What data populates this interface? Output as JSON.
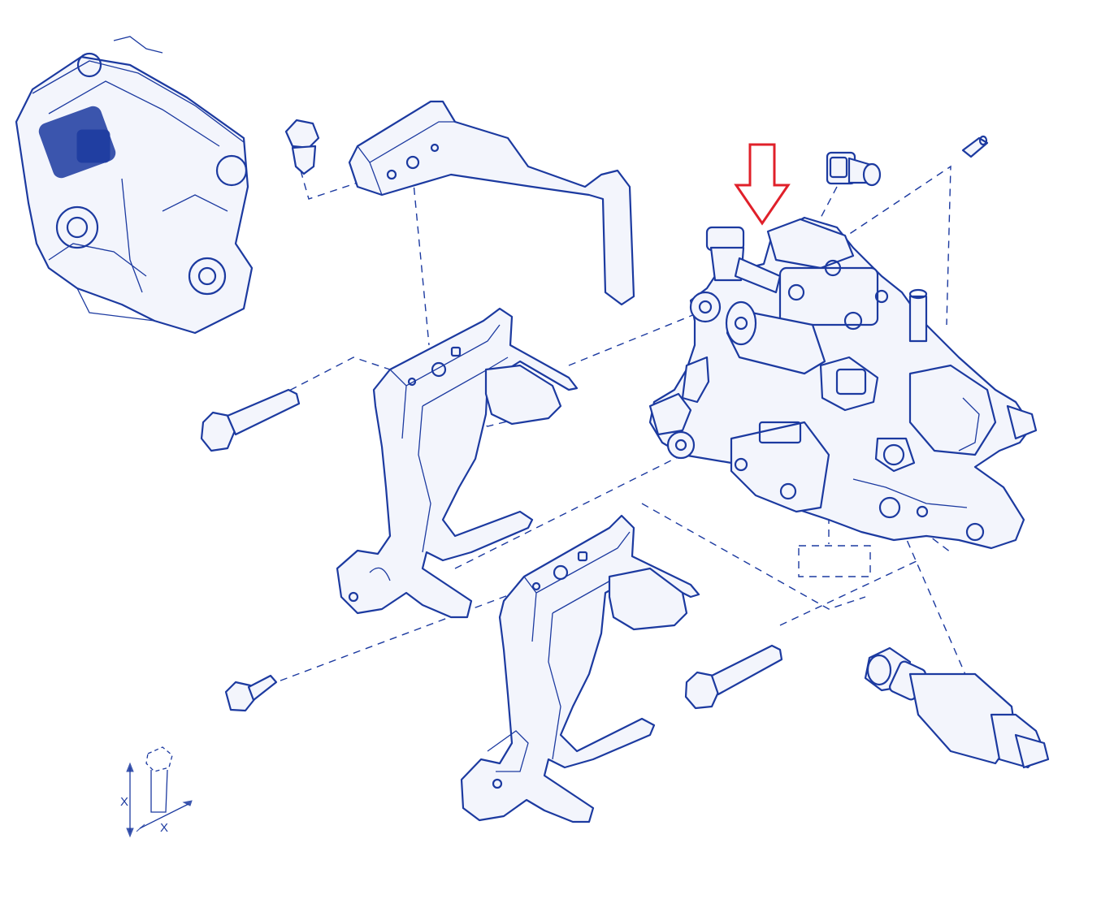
{
  "colors": {
    "ink": "#1c3aa0",
    "accent": "#e0202a",
    "background": "#ffffff"
  },
  "legend": {
    "dimension_label_1": "X",
    "dimension_label_2": "X"
  },
  "callouts": [
    {
      "name": "highlight-arrow",
      "icon": "down-arrow-icon",
      "points_to": "fuel-pressure-sensor"
    }
  ],
  "parts": [
    {
      "name": "engine-assembly-thumbnail"
    },
    {
      "name": "upper-bracket"
    },
    {
      "name": "lower-bracket-left"
    },
    {
      "name": "lower-bracket-right"
    },
    {
      "name": "high-pressure-fuel-pump"
    },
    {
      "name": "flow-control-valve"
    },
    {
      "name": "fuel-pressure-sensor"
    },
    {
      "name": "locating-pin"
    },
    {
      "name": "flange-bolt-small-top"
    },
    {
      "name": "flange-bolt-long-left"
    },
    {
      "name": "flange-bolt-small-bottom"
    },
    {
      "name": "flange-bolt-long-right"
    },
    {
      "name": "part-number-label-box"
    }
  ]
}
